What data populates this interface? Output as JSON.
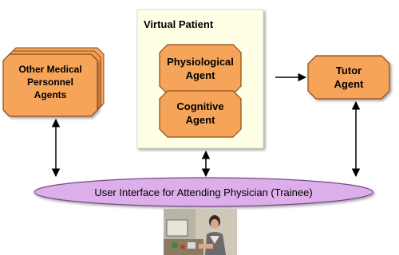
{
  "diagram": {
    "virtual_patient": {
      "title": "Virtual Patient",
      "physiological_agent": {
        "line1": "Physiological",
        "line2": "Agent"
      },
      "cognitive_agent": {
        "line1": "Cognitive",
        "line2": "Agent"
      }
    },
    "other_personnel": {
      "line1": "Other Medical",
      "line2": "Personnel",
      "line3": "Agents"
    },
    "tutor_agent": {
      "line1": "Tutor",
      "line2": "Agent"
    },
    "user_interface": {
      "label": "User Interface for Attending Physician (Trainee)"
    }
  },
  "colors": {
    "agent_fill": "#f6a45a",
    "agent_stroke": "#8a4a16",
    "patient_panel": "#ffffe6",
    "interface_fill": "#dcaeea",
    "interface_stroke": "#7a4a8c",
    "arrow": "#000000"
  },
  "photo": {
    "icon": "trainee-photo-icon"
  }
}
